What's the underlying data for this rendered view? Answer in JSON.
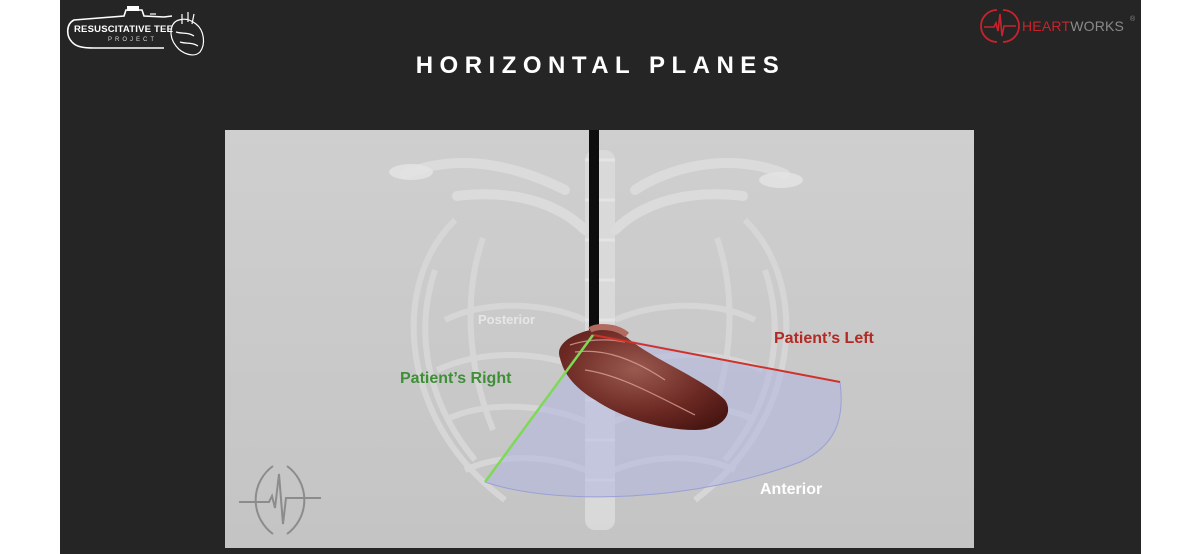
{
  "header": {
    "project_logo": {
      "title": "RESUSCITATIVE TEE",
      "subtitle": "PROJECT"
    },
    "brand_logo": {
      "name_part1": "HEART",
      "name_part2": "WORKS",
      "registered_mark": "®",
      "accent_color": "#c8232c"
    }
  },
  "slide": {
    "title": "HORIZONTAL PLANES",
    "background_color": "#252525"
  },
  "figure": {
    "labels": {
      "posterior": "Posterior",
      "patients_left": "Patient’s Left",
      "patients_right": "Patient’s Right",
      "anterior": "Anterior"
    },
    "colors": {
      "left_line": "#d0322a",
      "right_line": "#7ed957",
      "plane_fill": "#b3b7e2"
    },
    "icons": [
      "thorax-illustration",
      "heart-illustration",
      "probe-cable",
      "ecg-waveform-icon"
    ]
  }
}
